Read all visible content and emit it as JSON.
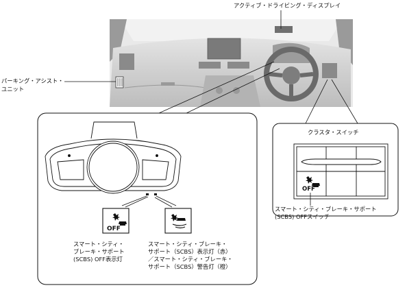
{
  "labels": {
    "active_driving_display": "アクティブ・ドライビング・ディスプレイ",
    "parking_assist_unit_line1": "パーキング・アシスト・",
    "parking_assist_unit_line2": "ユニット",
    "cluster_switch_title": "クラスタ・スイッチ",
    "scbs_off_switch_line1": "スマート・シティ・ブレーキ・サポート",
    "scbs_off_switch_line2": "(SCBS) OFFスイッチ",
    "scbs_off_indicator_line1": "スマート・シティ・",
    "scbs_off_indicator_line2": "ブレーキ・サポート",
    "scbs_off_indicator_line3": "(SCBS) OFF表示灯",
    "scbs_lamps_line1": "スマート・シティ・ブレーキ・",
    "scbs_lamps_line2": "サポート（SCBS）表示灯（赤）",
    "scbs_lamps_line3": "／スマート・シティ・ブレーキ・",
    "scbs_lamps_line4": "サポート（SCBS）警告灯（橙）"
  },
  "icons": {
    "off_text": "OFF",
    "scbs_off_icon": "car-collision-off-icon",
    "scbs_warning_icon": "car-collision-warning-icon"
  },
  "colors": {
    "photo_bg": "#d6d6d6",
    "line": "#111111"
  }
}
